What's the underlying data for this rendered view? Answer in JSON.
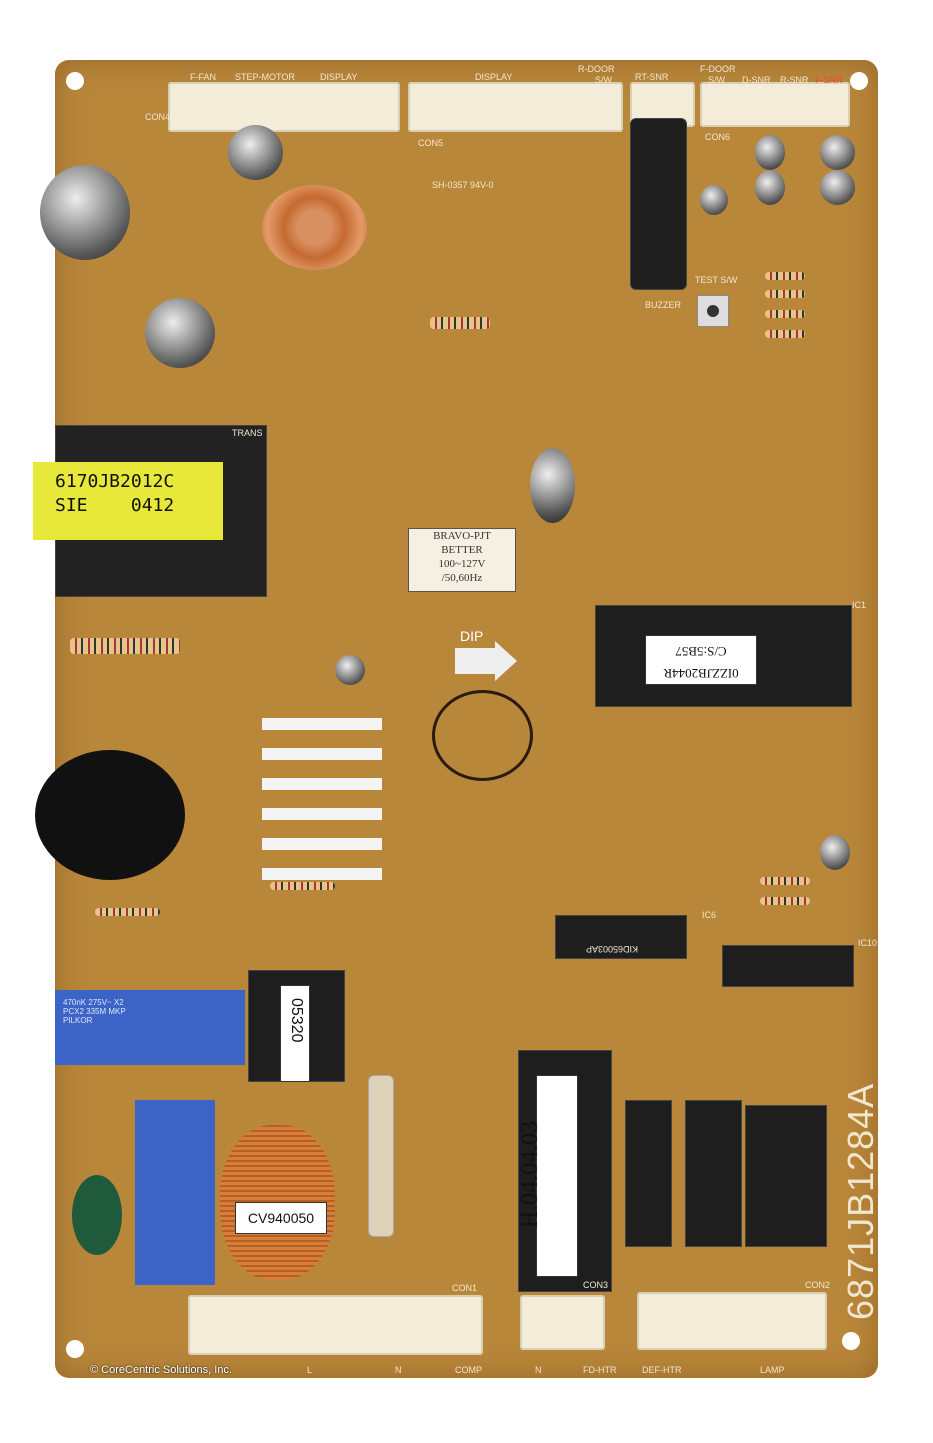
{
  "top_connectors": {
    "con4": "CON4",
    "f_fan": "F-FAN",
    "step_motor": "STEP-MOTOR",
    "display1": "DISPLAY",
    "display2": "DISPLAY",
    "con5": "CON5",
    "r_door": "R-DOOR",
    "r_door_sub": "S/W",
    "rt_snr": "RT-SNR",
    "f_door": "F-DOOR",
    "f_door_sub": "S/W",
    "d_snr": "D-SNR",
    "r_snr": "R-SNR",
    "f_snr": "F-SNR",
    "con6": "CON6"
  },
  "board_marks": {
    "ul_mark": "SH-0357 94V-0",
    "test_switch": "TEST S/W",
    "buzzer": "BUZZER",
    "dip": "DIP",
    "trans": "TRANS",
    "part_number": "6871JB1284A"
  },
  "transformer_label": {
    "line1": "6170JB2012C",
    "line2_a": "SIE",
    "line2_b": "0412"
  },
  "spec_label": {
    "line1": "BRAVO-PJT",
    "line2": "BETTER",
    "line3": "100~127V",
    "line4": "/50,60Hz"
  },
  "ic1_label": {
    "line1": "0IZZJB2044R",
    "line2": "C/S:5B57",
    "id": "IC1"
  },
  "ic6": {
    "id": "IC6",
    "text": "KID65003AP"
  },
  "ic10": {
    "id": "IC10"
  },
  "choke_label": "05320",
  "coil_label": "CV940050",
  "relay_label": "H.04.04.03",
  "bottom_connectors": {
    "con1": "CON1",
    "con3": "CON3",
    "con2": "CON2",
    "l": "L",
    "n1": "N",
    "comp": "COMP",
    "n2": "N",
    "fd_htr": "FD-HTR",
    "def_htr": "DEF-HTR",
    "lamp": "LAMP"
  },
  "capacitor_labels": {
    "x1": "470nK 275V~ X2",
    "pcx": "PCX2 335M MKP",
    "brand": "PILKOR"
  },
  "copyright": "© CoreCentric Solutions, Inc.",
  "colors": {
    "board": "#b9873a",
    "connector": "#f3ecd9",
    "transformer_label": "#e8e83a",
    "relay": "#222222"
  }
}
